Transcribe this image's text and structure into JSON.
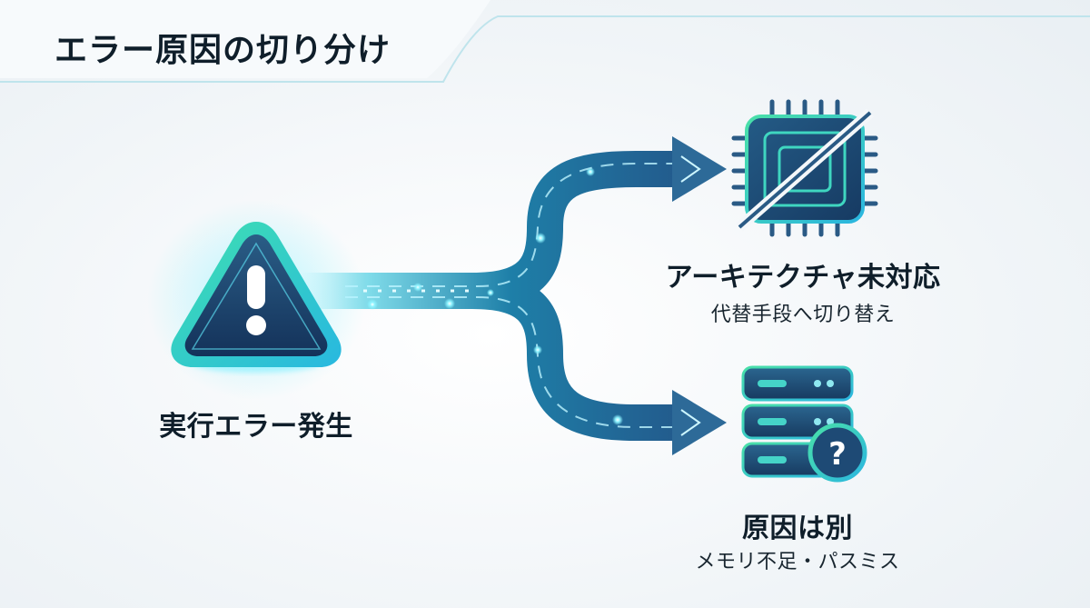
{
  "title": "エラー原因の切り分け",
  "source": {
    "label": "実行エラー発生",
    "icon": "warning-triangle-icon"
  },
  "branches": [
    {
      "label": "アーキテクチャ未対応",
      "sublabel": "代替手段へ切り替え",
      "icon": "cpu-chip-unsupported-icon"
    },
    {
      "label": "原因は別",
      "sublabel": "メモリ不足・パスミス",
      "icon": "server-question-icon"
    }
  ],
  "colors": {
    "accent": "#2fc3e0",
    "accent_green": "#3fe0b0",
    "dark_navy": "#17375a",
    "text": "#0f1e2a"
  }
}
